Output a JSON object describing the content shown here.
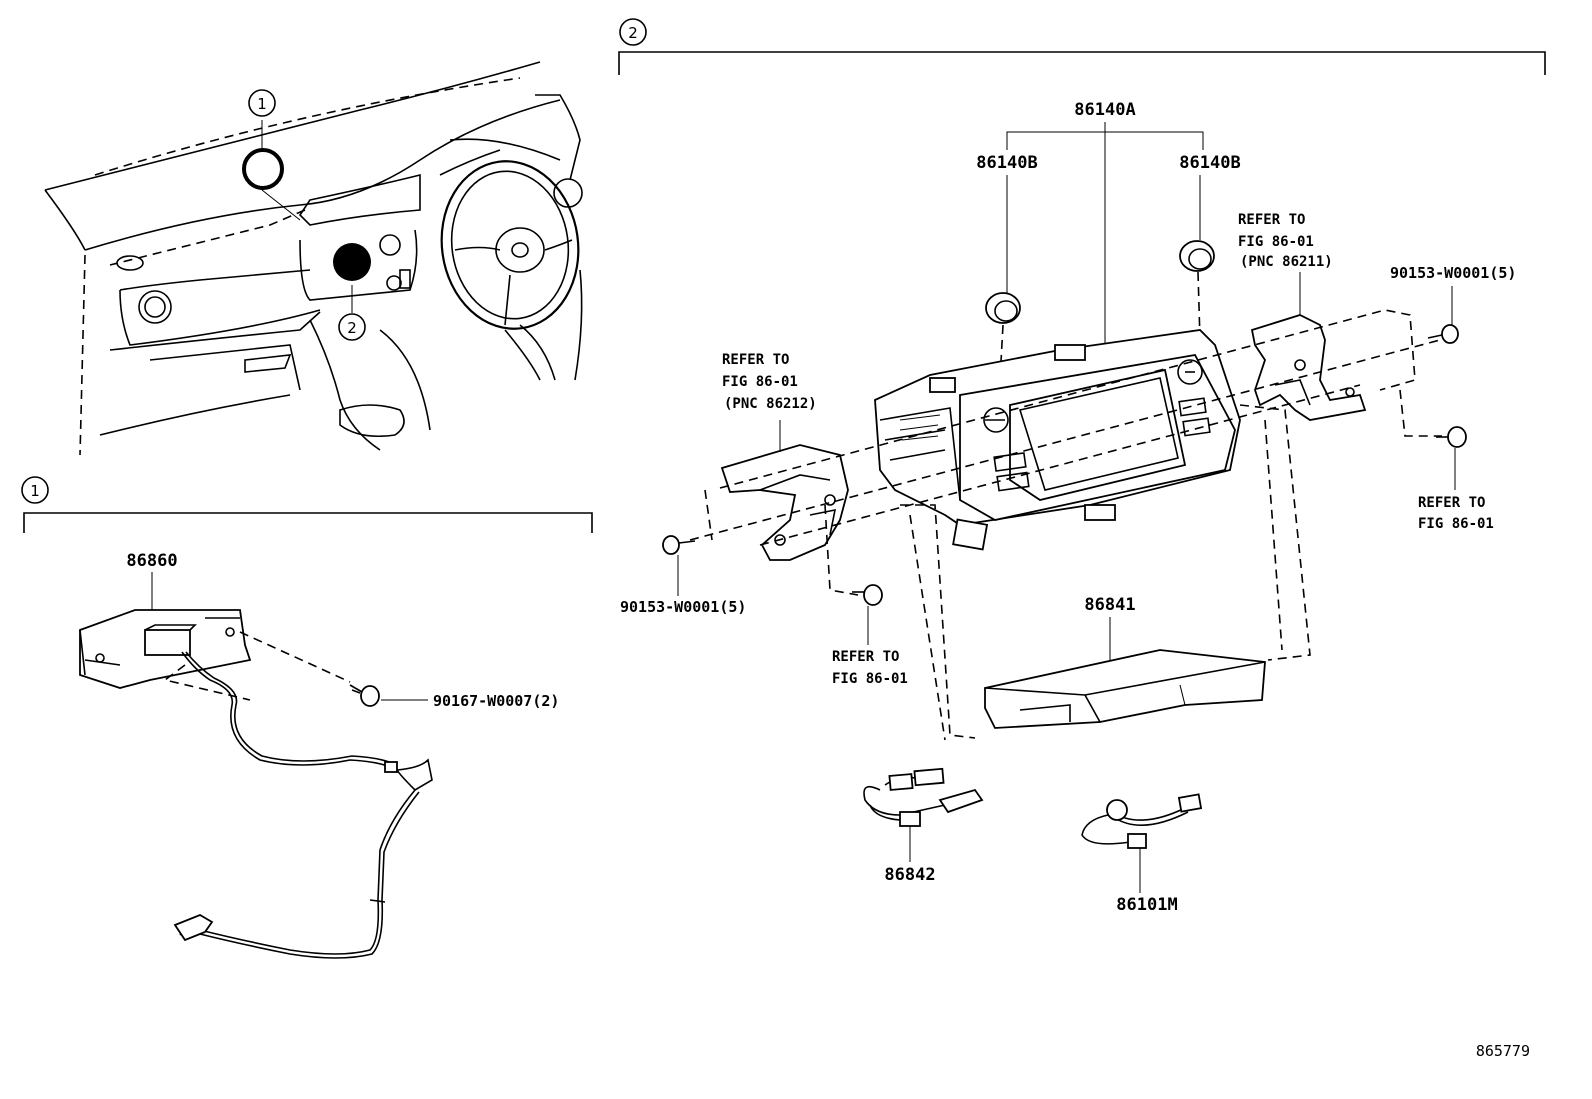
{
  "callouts": {
    "one": "1",
    "two": "2"
  },
  "parts": {
    "p86860": "86860",
    "p90167": "90167-W0007(2)",
    "p86140A": "86140A",
    "p86140B_left": "86140B",
    "p86140B_right": "86140B",
    "p90153_left": "90153-W0001(5)",
    "p90153_right": "90153-W0001(5)",
    "p86841": "86841",
    "p86842": "86842",
    "p86101M": "86101M"
  },
  "references": {
    "left_bracket": [
      "REFER TO",
      "FIG 86-01",
      "(PNC 86212)"
    ],
    "right_bracket": [
      "REFER TO",
      "FIG 86-01",
      "(PNC 86211)"
    ],
    "left_clip": [
      "REFER TO",
      "FIG 86-01"
    ],
    "right_clip": [
      "REFER TO",
      "FIG 86-01"
    ]
  },
  "figure_number": "865779"
}
